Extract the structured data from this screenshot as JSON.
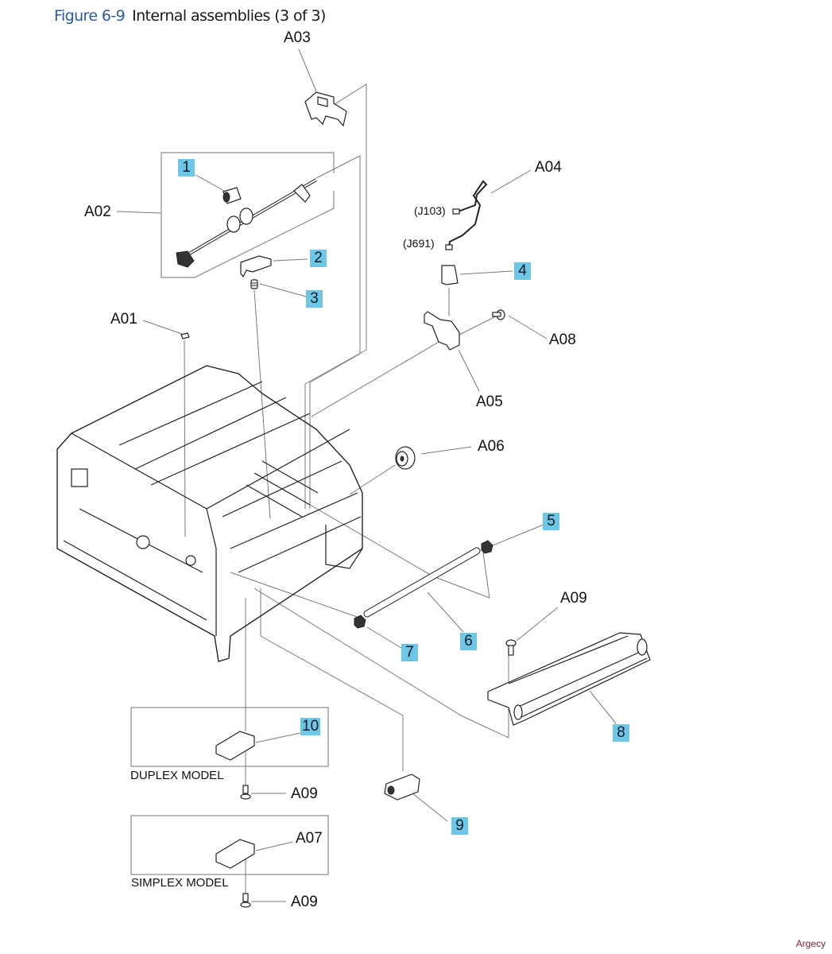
{
  "figure": {
    "number": "Figure 6-9",
    "title": "Internal assemblies (3 of 3)"
  },
  "colors": {
    "figure_number": "#2e5c9a",
    "callout_fill": "#6ec6e6",
    "watermark": "#7a1f2a"
  },
  "assembly_labels": {
    "A01": "A01",
    "A02": "A02",
    "A03": "A03",
    "A04": "A04",
    "A05": "A05",
    "A06": "A06",
    "A07": "A07",
    "A08": "A08",
    "A09_upper": "A09",
    "A09_duplex": "A09",
    "A09_simplex": "A09"
  },
  "connectors": {
    "j103": "(J103)",
    "j691": "(J691)"
  },
  "callouts": [
    "1",
    "2",
    "3",
    "4",
    "5",
    "6",
    "7",
    "8",
    "9",
    "10"
  ],
  "model_boxes": {
    "duplex": "DUPLEX MODEL",
    "simplex": "SIMPLEX MODEL"
  },
  "watermark": "Argecy"
}
